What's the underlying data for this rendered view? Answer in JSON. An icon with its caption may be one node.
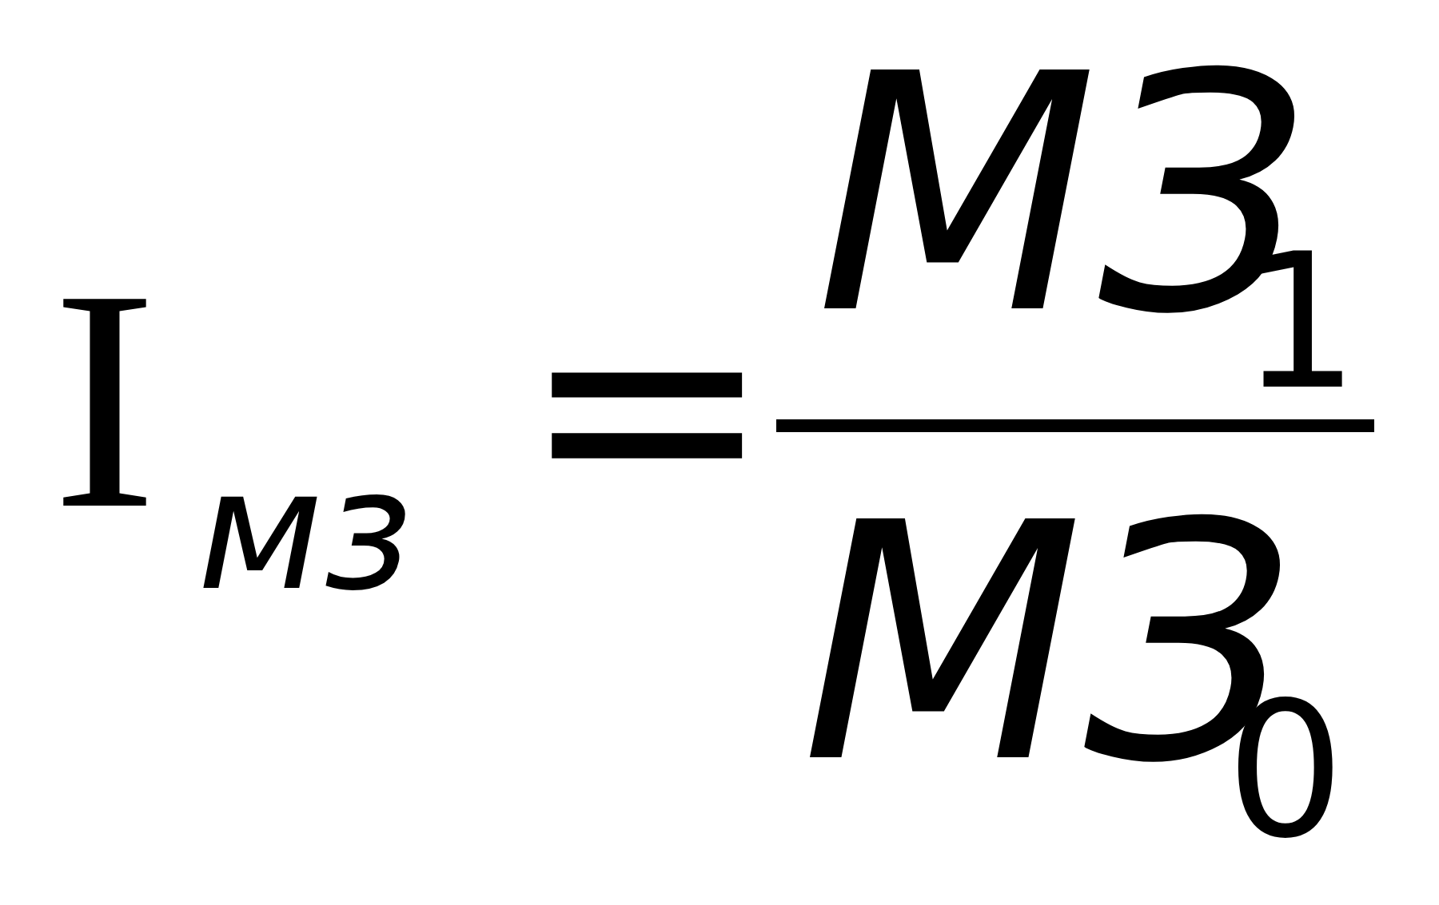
{
  "diagram": {
    "nodes": [
      {
        "text": [],
        "shape": "bar"
      }
    ],
    "labels": [
      "I$_{мз}$",
      "=",
      "МЗ$_{1}$",
      "МЗ$_{0}$"
    ]
  }
}
